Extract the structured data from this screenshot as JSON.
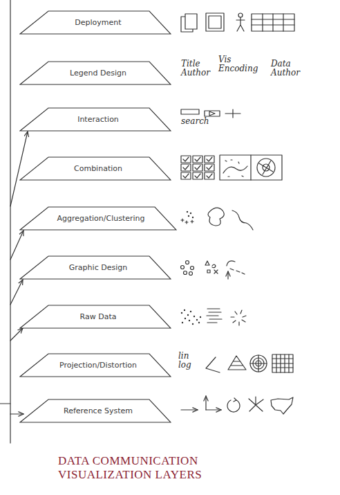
{
  "diagram": {
    "caption": "DATA COMMUNICATION VISUALIZATION LAYERS",
    "nodes": [
      {
        "text": [
          "Deployment"
        ]
      },
      {
        "text": [
          "Legend Design"
        ]
      },
      {
        "text": [
          "Interaction"
        ]
      },
      {
        "text": [
          "Combination"
        ]
      },
      {
        "text": [
          "Aggregation/Clustering"
        ]
      },
      {
        "text": [
          "Graphic Design"
        ]
      },
      {
        "text": [
          "Raw Data"
        ]
      },
      {
        "text": [
          "Projection/Distortion"
        ]
      },
      {
        "text": [
          "Reference System"
        ]
      }
    ],
    "labels": [
      "Title Author",
      "Vis Encoding",
      "Data Author",
      "search",
      "lin log"
    ]
  }
}
